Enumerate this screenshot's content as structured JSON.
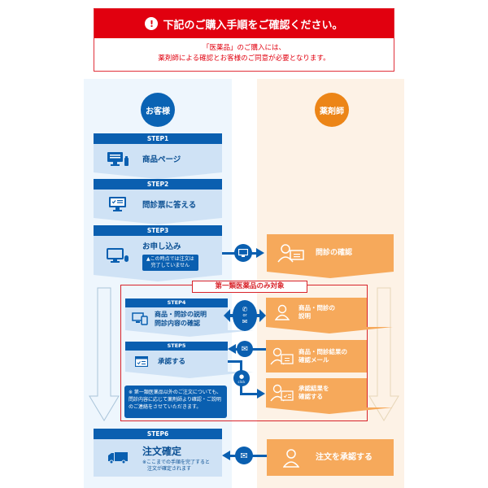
{
  "notice": {
    "icon": "exclamation-icon",
    "title": "下記のご購入手順をご確認ください。",
    "line1": "「医薬品」のご購入には、",
    "line2": "薬剤師による確認とお客様のご同意が必要となります。"
  },
  "roles": {
    "customer": "お客様",
    "pharmacist": "薬剤師"
  },
  "region_label": "第一類医薬品のみ対象",
  "steps": [
    {
      "label": "STEP1",
      "title": "商品ページ",
      "icon": "monitor-bottle-icon"
    },
    {
      "label": "STEP2",
      "title": "問診票に答える",
      "icon": "questionnaire-monitor-icon"
    },
    {
      "label": "STEP3",
      "title": "お申し込み",
      "icon": "monitor-mouse-icon",
      "badge_line1": "▲この時点では注文は",
      "badge_line2": "完了していません"
    },
    {
      "label": "STEP4",
      "title_line1": "商品・問診の説明",
      "title_line2": "問診内容の確認",
      "icon": "monitor-tablet-icon"
    },
    {
      "label": "STEP5",
      "title": "承認する",
      "icon": "window-check-icon"
    },
    {
      "label": "STEP6",
      "title": "注文確定",
      "icon": "truck-icon",
      "note_line1": "※ここまでの手順を完了すると",
      "note_line2": "注文が確定されます"
    }
  ],
  "pharmacist_cards": [
    {
      "title": "問診の確認",
      "icon": "pharmacist-monitor-icon"
    },
    {
      "title_line1": "商品・問診の",
      "title_line2": "説明",
      "icon": "pharmacist-icon"
    },
    {
      "title_line1": "商品・問診結果の",
      "title_line2": "確認メール",
      "icon": "pharmacist-window-icon"
    },
    {
      "title_line1": "承認結果を",
      "title_line2": "確認する",
      "icon": "pharmacist-window-icon"
    },
    {
      "title": "注文を承認する",
      "icon": "pharmacist-icon"
    }
  ],
  "connectors": {
    "step3": "monitor-icon",
    "step4": "phone-or-mail-icon",
    "step4_or": "or",
    "step5": "mail-icon",
    "click": "click",
    "step6": "mail-icon"
  },
  "note": {
    "line1": "※ 第一類医薬品以外のご注文についても、",
    "line2": "問診内容に応じて薬剤師より確認・ご説明",
    "line3": "のご連絡をさせていただきます。"
  },
  "colors": {
    "red": "#e1000f",
    "blue": "#0a5fb0",
    "light_blue": "#cfe2f5",
    "orange": "#f6a95b",
    "orange_dark": "#ec8517"
  }
}
